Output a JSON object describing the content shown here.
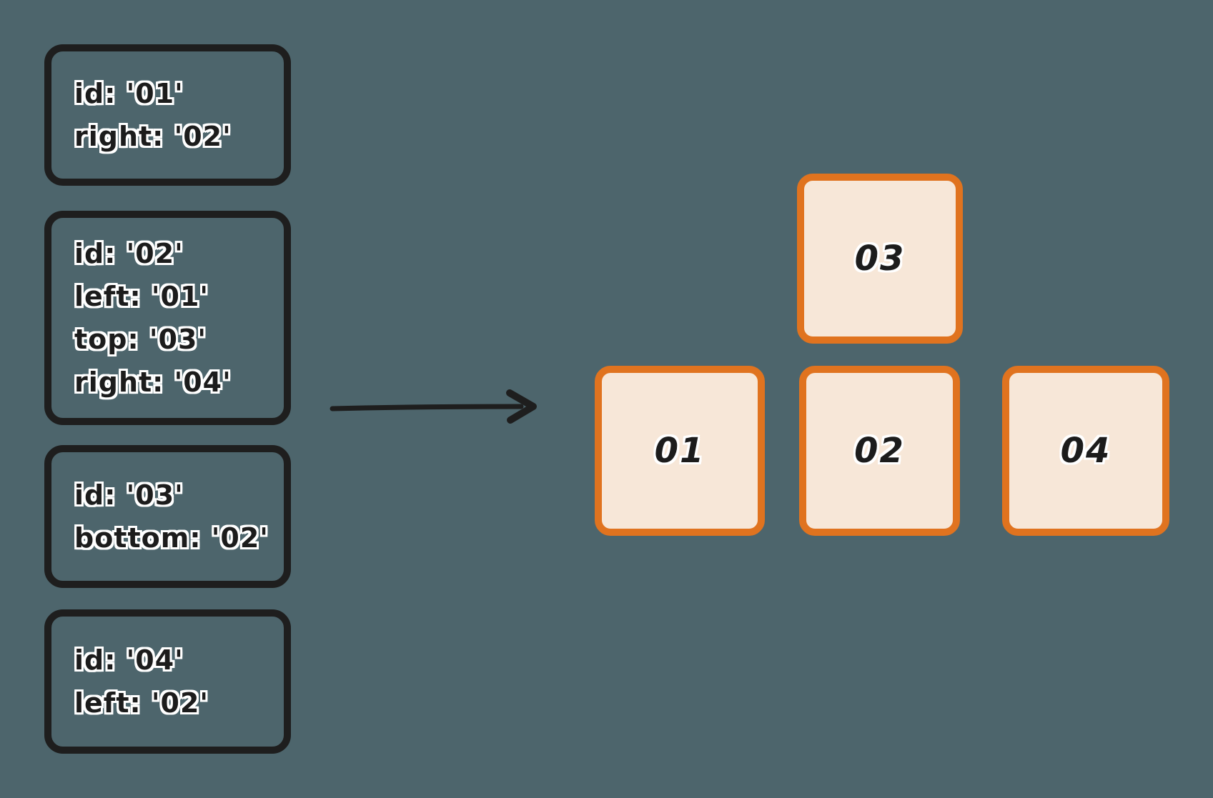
{
  "colors": {
    "background": "#4d656c",
    "definition_box_border": "#1e1e1e",
    "text": "#1c1c1c",
    "text_outline": "#ffffff",
    "node_border": "#e0731f",
    "node_fill": "#f7e7d8",
    "arrow": "#1e1e1e"
  },
  "definition_boxes": [
    {
      "lines": [
        "id: '01'",
        "right: '02'"
      ]
    },
    {
      "lines": [
        "id: '02'",
        "left: '01'",
        "top: '03'",
        "right: '04'"
      ]
    },
    {
      "lines": [
        "id: '03'",
        "bottom: '02'"
      ]
    },
    {
      "lines": [
        "id: '04'",
        "left: '02'"
      ]
    }
  ],
  "nodes": [
    {
      "label": "03"
    },
    {
      "label": "01"
    },
    {
      "label": "02"
    },
    {
      "label": "04"
    }
  ]
}
